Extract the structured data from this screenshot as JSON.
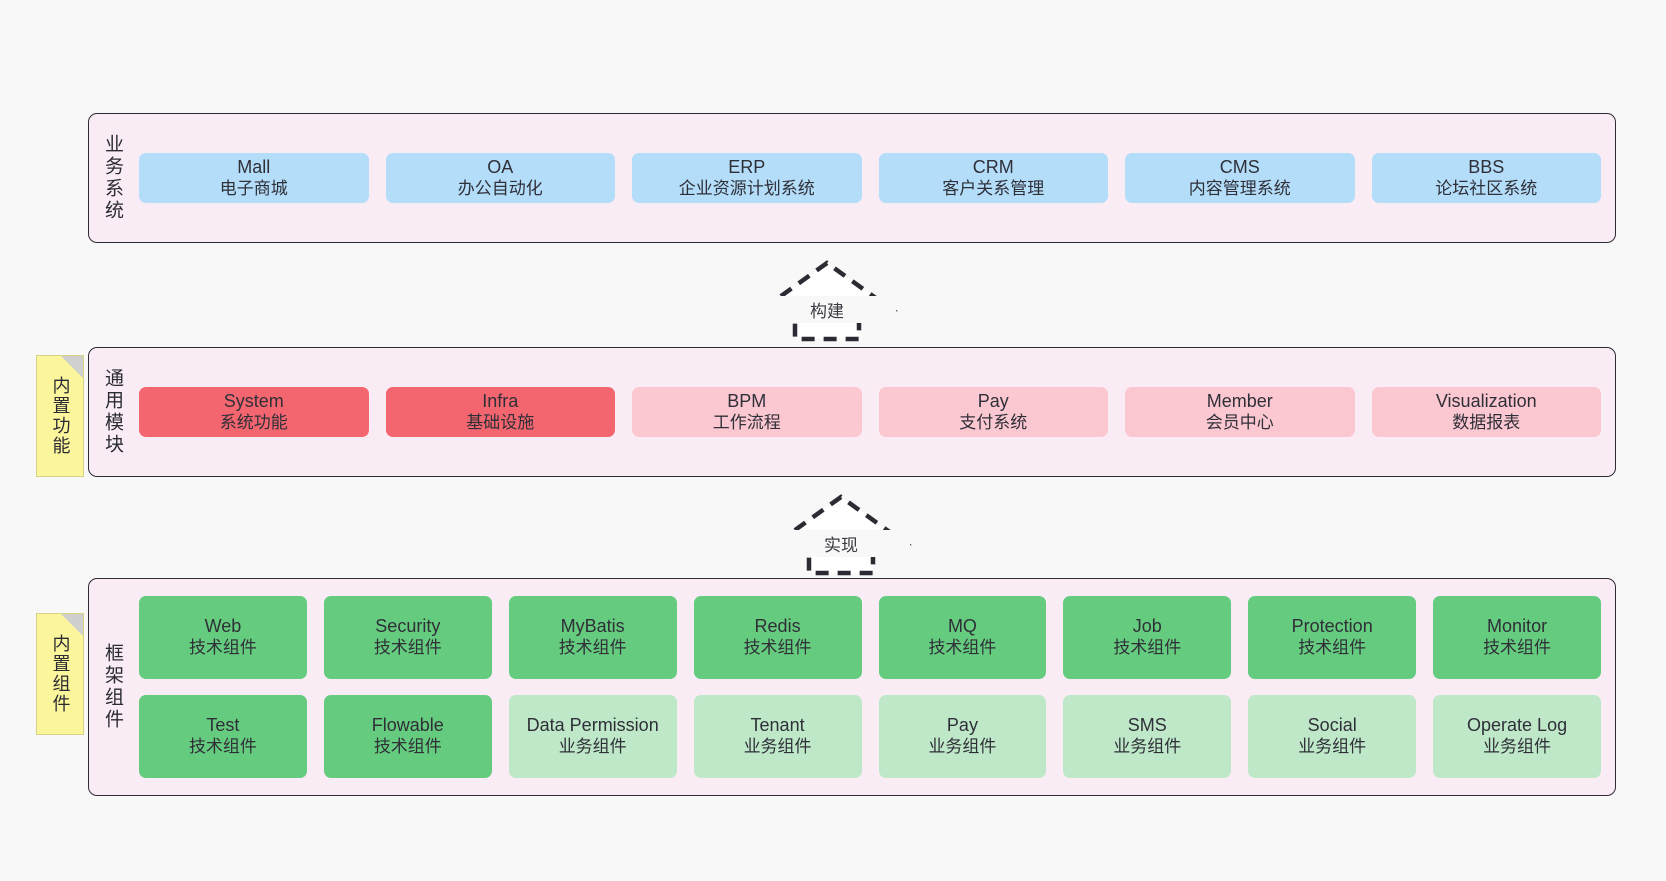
{
  "layers": [
    {
      "title": "业务系统",
      "rows": [
        {
          "items": [
            {
              "en": "Mall",
              "cn": "电子商城",
              "color": "blue"
            },
            {
              "en": "OA",
              "cn": "办公自动化",
              "color": "blue"
            },
            {
              "en": "ERP",
              "cn": "企业资源计划系统",
              "color": "blue"
            },
            {
              "en": "CRM",
              "cn": "客户关系管理",
              "color": "blue"
            },
            {
              "en": "CMS",
              "cn": "内容管理系统",
              "color": "blue"
            },
            {
              "en": "BBS",
              "cn": "论坛社区系统",
              "color": "blue"
            }
          ]
        }
      ]
    },
    {
      "title": "通用模块",
      "note": "内置功能",
      "rows": [
        {
          "items": [
            {
              "en": "System",
              "cn": "系统功能",
              "color": "red"
            },
            {
              "en": "Infra",
              "cn": "基础设施",
              "color": "red"
            },
            {
              "en": "BPM",
              "cn": "工作流程",
              "color": "pink"
            },
            {
              "en": "Pay",
              "cn": "支付系统",
              "color": "pink"
            },
            {
              "en": "Member",
              "cn": "会员中心",
              "color": "pink"
            },
            {
              "en": "Visualization",
              "cn": "数据报表",
              "color": "pink"
            }
          ]
        }
      ]
    },
    {
      "title": "框架组件",
      "note": "内置组件",
      "rows": [
        {
          "items": [
            {
              "en": "Web",
              "cn": "技术组件",
              "color": "green"
            },
            {
              "en": "Security",
              "cn": "技术组件",
              "color": "green"
            },
            {
              "en": "MyBatis",
              "cn": "技术组件",
              "color": "green"
            },
            {
              "en": "Redis",
              "cn": "技术组件",
              "color": "green"
            },
            {
              "en": "MQ",
              "cn": "技术组件",
              "color": "green"
            },
            {
              "en": "Job",
              "cn": "技术组件",
              "color": "green"
            },
            {
              "en": "Protection",
              "cn": "技术组件",
              "color": "green"
            },
            {
              "en": "Monitor",
              "cn": "技术组件",
              "color": "green"
            }
          ]
        },
        {
          "items": [
            {
              "en": "Test",
              "cn": "技术组件",
              "color": "green"
            },
            {
              "en": "Flowable",
              "cn": "技术组件",
              "color": "green"
            },
            {
              "en": "Data Permission",
              "cn": "业务组件",
              "color": "mint"
            },
            {
              "en": "Tenant",
              "cn": "业务组件",
              "color": "mint"
            },
            {
              "en": "Pay",
              "cn": "业务组件",
              "color": "mint"
            },
            {
              "en": "SMS",
              "cn": "业务组件",
              "color": "mint"
            },
            {
              "en": "Social",
              "cn": "业务组件",
              "color": "mint"
            },
            {
              "en": "Operate Log",
              "cn": "业务组件",
              "color": "mint"
            }
          ]
        }
      ]
    }
  ],
  "arrows": [
    {
      "label": "构建"
    },
    {
      "label": "实现"
    }
  ],
  "colors": {
    "panel_bg": "#faecf5",
    "panel_border": "#2f2b36",
    "blue": "#b3ddf9",
    "red": "#f4666f",
    "pink": "#fbc8d2",
    "green": "#65cb7e",
    "mint": "#bfe8c9",
    "note_bg": "#fbf59b",
    "canvas_bg": "#f8f8f8"
  }
}
